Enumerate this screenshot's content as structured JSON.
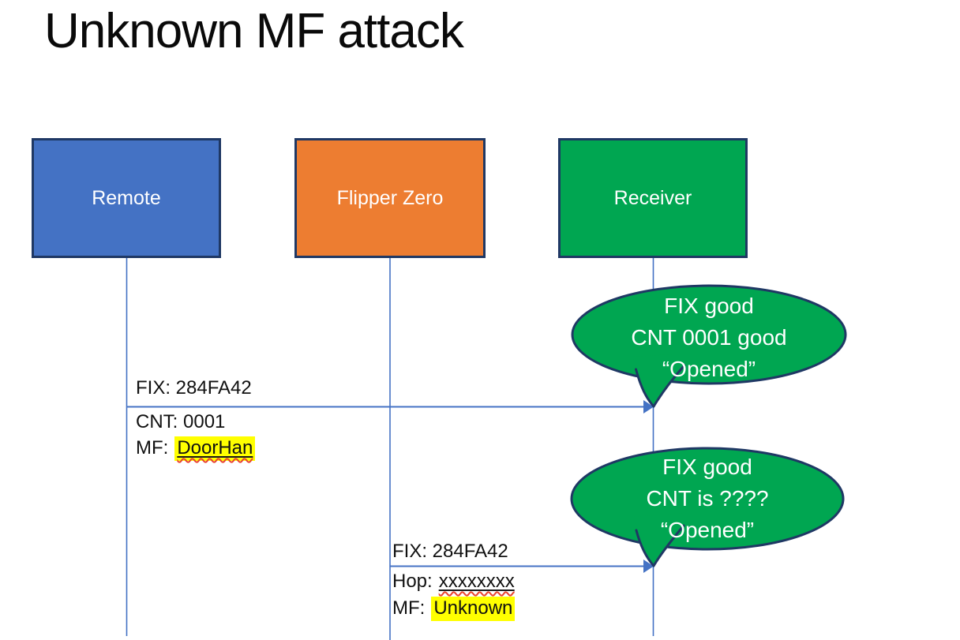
{
  "title": "Unknown MF attack",
  "actors": [
    {
      "label": "Remote"
    },
    {
      "label": "Flipper Zero"
    },
    {
      "label": "Receiver"
    }
  ],
  "palette": {
    "remote_fill": "#4472C4",
    "flipper_fill": "#ED7D31",
    "receiver_fill": "#00A651",
    "shape_border": "#1F3864",
    "connector_blue": "#4472C4",
    "bubble_fill": "#00A651",
    "bubble_text": "#FFFFFF",
    "highlight_yellow": "#FFFF00",
    "spellcheck_red": "#E8432D"
  },
  "messages": [
    {
      "above": "FIX: 284FA42",
      "line2": "CNT: 0001",
      "line3_prefix": "MF:",
      "line3_value": "DoorHan"
    },
    {
      "above": "FIX: 284FA42",
      "line2_prefix": "Hop:",
      "line2_value": "xxxxxxxx",
      "line3_prefix": "MF:",
      "line3_value": "Unknown"
    }
  ],
  "callouts": [
    {
      "line1": "FIX good",
      "line2": "CNT 0001 good",
      "line3": "“Opened”"
    },
    {
      "line1": "FIX good",
      "line2": "CNT is ????",
      "line3": "“Opened”"
    }
  ]
}
